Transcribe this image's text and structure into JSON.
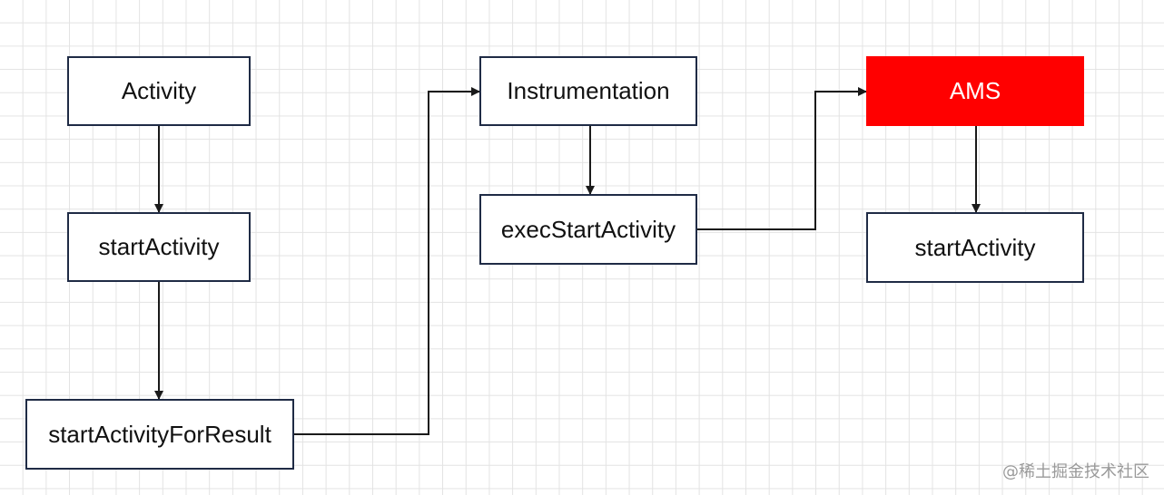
{
  "diagram": {
    "nodes": [
      {
        "id": "activity",
        "label": "Activity"
      },
      {
        "id": "start_activity_left",
        "label": "startActivity"
      },
      {
        "id": "start_activity_for_result",
        "label": "startActivityForResult"
      },
      {
        "id": "instrumentation",
        "label": "Instrumentation"
      },
      {
        "id": "exec_start_activity",
        "label": "execStartActivity"
      },
      {
        "id": "ams",
        "label": "AMS",
        "fill": "#ff0000",
        "text_color": "#ffffff"
      },
      {
        "id": "start_activity_right",
        "label": "startActivity"
      }
    ],
    "edges": [
      {
        "from": "activity",
        "to": "start_activity_left"
      },
      {
        "from": "start_activity_left",
        "to": "start_activity_for_result"
      },
      {
        "from": "start_activity_for_result",
        "to": "instrumentation"
      },
      {
        "from": "instrumentation",
        "to": "exec_start_activity"
      },
      {
        "from": "exec_start_activity",
        "to": "ams"
      },
      {
        "from": "ams",
        "to": "start_activity_right"
      }
    ],
    "line_color": "#1a1a1a",
    "node_border_color": "#1f2b45"
  },
  "watermark": "@稀土掘金技术社区"
}
